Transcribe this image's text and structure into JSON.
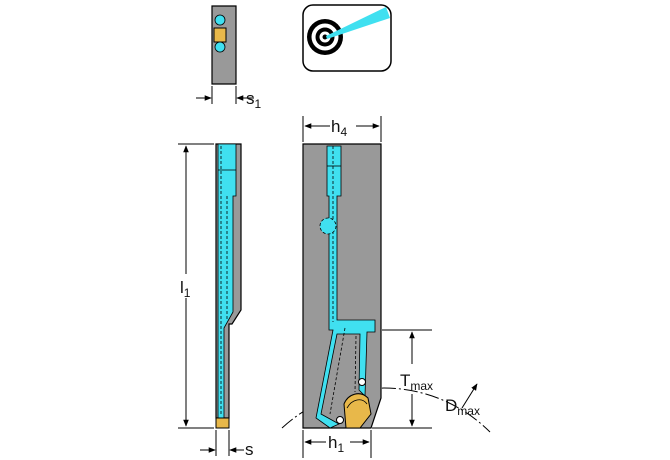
{
  "diagram": {
    "labels": {
      "s1": {
        "main": "s",
        "sub": "1"
      },
      "h4": {
        "main": "h",
        "sub": "4"
      },
      "l1": {
        "main": "l",
        "sub": "1"
      },
      "s": {
        "main": "s"
      },
      "tmax": {
        "main": "T",
        "sub": "max"
      },
      "dmax": {
        "main": "D",
        "sub": "max"
      },
      "h1": {
        "main": "h",
        "sub": "1"
      }
    },
    "icons": [
      "coolant-through-target-icon"
    ],
    "colors": {
      "body": "#999999",
      "coolant": "#40e0f0",
      "insert": "#e8b84a",
      "outline": "#000000"
    }
  }
}
